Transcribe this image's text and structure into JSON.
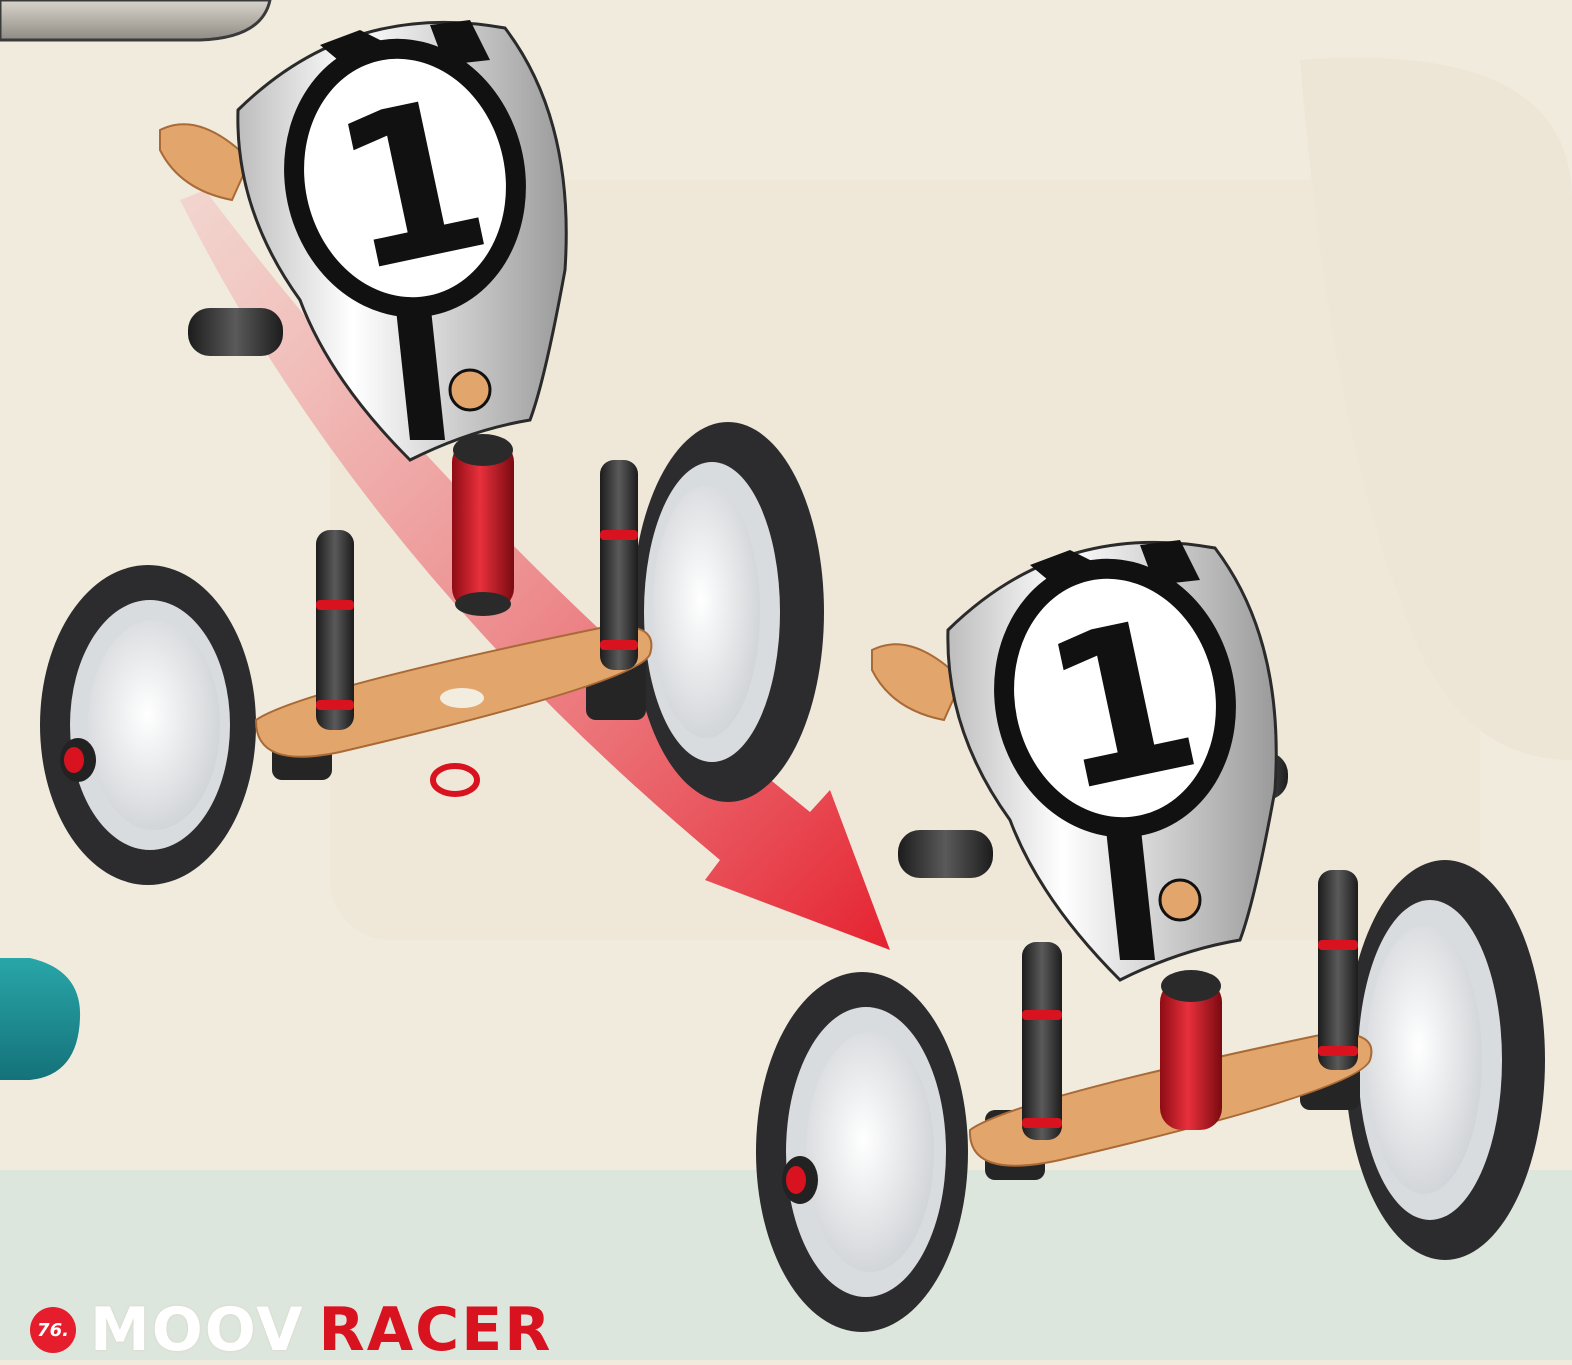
{
  "page": {
    "number": "76.",
    "brand_first": "MOOV",
    "brand_second": "RACER"
  },
  "figure": {
    "race_number": "1"
  },
  "colors": {
    "accent_red": "#e51d2d",
    "brand_red": "#d8121f",
    "teal_tab": "#1f8f92",
    "background": "#f1ebde",
    "floor": "#dde6dc",
    "wood": "#e2a56c",
    "tire": "#2c2c2e"
  },
  "icons": {
    "arrow": "assembly-direction-arrow",
    "washer": "red-washer-icon"
  }
}
